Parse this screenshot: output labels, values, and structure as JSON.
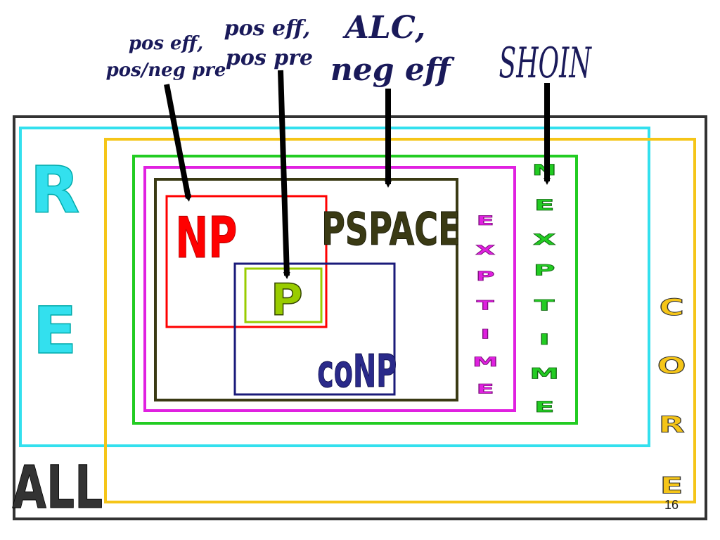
{
  "annotations": {
    "pos_eff_posneg": [
      "pos eff,",
      "pos/neg pre"
    ],
    "pos_eff_pos_pre": [
      "pos eff,",
      "pos pre"
    ],
    "alc": [
      "ALC,",
      "neg eff"
    ],
    "shoin": "SHOIN"
  },
  "classes": {
    "all": "ALL",
    "re": [
      "R",
      "E"
    ],
    "core": [
      "C",
      "O",
      "R",
      "E"
    ],
    "nexptime": [
      "N",
      "E",
      "X",
      "P",
      "T",
      "I",
      "M",
      "E"
    ],
    "exptime": [
      "E",
      "X",
      "P",
      "T",
      "I",
      "M",
      "E"
    ],
    "pspace": "PSPACE",
    "np": "NP",
    "p": "P",
    "conp": "coNP"
  },
  "page_number": "16",
  "colors": {
    "all": "#333333",
    "re": "#33e0ee",
    "core": "#f5c518",
    "nexptime": "#22cc22",
    "exptime": "#e020e0",
    "pspace": "#3a3a14",
    "np": "#ff0000",
    "p": "#99cc00",
    "conp": "#1a1a7a",
    "annotation": "#1a1a5a",
    "arrow": "#000000"
  }
}
